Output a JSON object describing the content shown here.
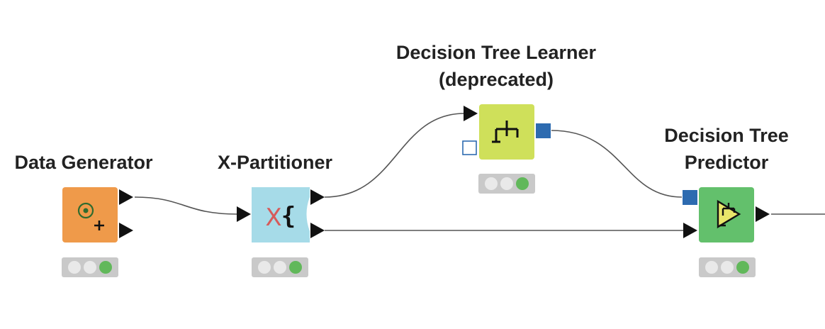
{
  "nodes": {
    "data_generator": {
      "label": "Data Generator",
      "color": "#ef9a4a"
    },
    "x_partitioner": {
      "label": "X-Partitioner",
      "color": "#a6dbe8"
    },
    "dt_learner": {
      "label_line1": "Decision Tree Learner",
      "label_line2": "(deprecated)",
      "color": "#cfe05a"
    },
    "dt_predictor": {
      "label_line1": "Decision Tree",
      "label_line2": "Predictor",
      "color": "#63c06c"
    }
  },
  "icons": {
    "data_generator": "data-generator-icon",
    "x_partitioner": "x-loop-start-icon",
    "dt_learner": "tree-learner-icon",
    "dt_predictor": "predictor-icon"
  },
  "status_colors": {
    "inactive": "#e9e9e9",
    "executed": "#61b85a"
  },
  "port_colors": {
    "data": "#111111",
    "model": "#2d6bb0"
  }
}
